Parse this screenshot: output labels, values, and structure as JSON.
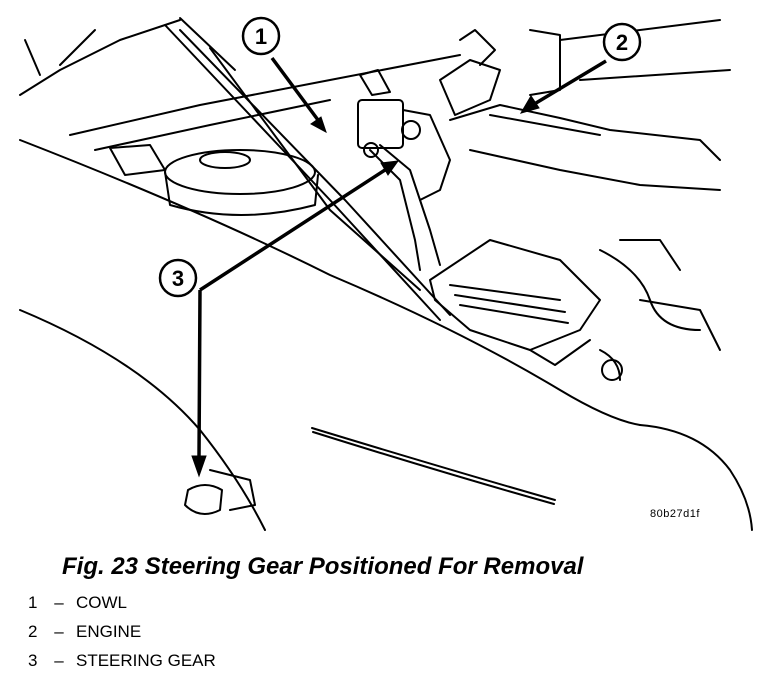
{
  "figure": {
    "callouts": [
      {
        "id": "1",
        "label": "1"
      },
      {
        "id": "2",
        "label": "2"
      },
      {
        "id": "3",
        "label": "3"
      }
    ],
    "reference_code": "80b27d1f"
  },
  "caption": "Fig. 23 Steering Gear Positioned For Removal",
  "legend": [
    {
      "number": "1",
      "separator": "–",
      "text": "COWL"
    },
    {
      "number": "2",
      "separator": "–",
      "text": "ENGINE"
    },
    {
      "number": "3",
      "separator": "–",
      "text": "STEERING GEAR"
    }
  ]
}
